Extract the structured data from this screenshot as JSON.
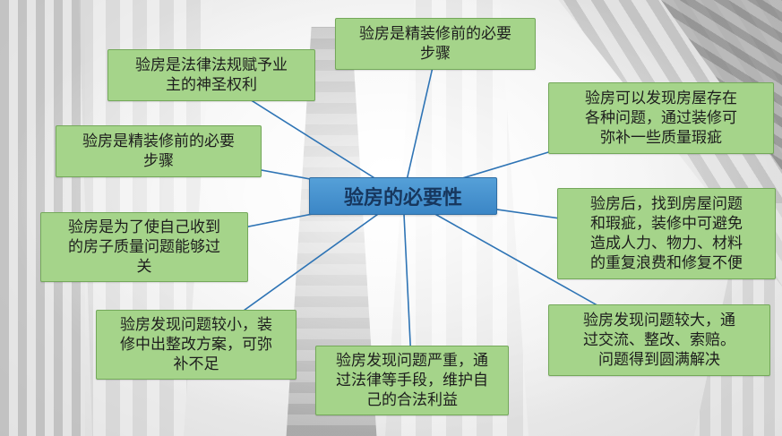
{
  "diagram": {
    "type": "mindmap",
    "center": {
      "label": "验房的必要性"
    },
    "nodes": [
      {
        "id": "top",
        "text": "验房是精装修前的必要步骤"
      },
      {
        "id": "upper-left",
        "text": "验房是法律法规赋予业主的神圣权利"
      },
      {
        "id": "left",
        "text": "验房是精装修前的必要步骤"
      },
      {
        "id": "upper-right",
        "text": "验房可以发现房屋存在各种问题，通过装修可弥补一些质量瑕疵"
      },
      {
        "id": "middle-left",
        "text": "验房是为了使自己收到的房子质量问题能够过关"
      },
      {
        "id": "middle-right",
        "text": "验房后，找到房屋问题和瑕疵，装修中可避免造成人力、物力、材料的重复浪费和修复不便"
      },
      {
        "id": "bottom-left",
        "text": "验房发现问题较小，装修中出整改方案，可弥补不足"
      },
      {
        "id": "bottom-center",
        "text": "验房发现问题严重，通过法律等手段，维护自己的合法利益"
      },
      {
        "id": "bottom-right",
        "text": "验房发现问题较大，通过交流、整改、索赔。问题得到圆满解决"
      }
    ],
    "colors": {
      "center_fill": "#3b86c6",
      "center_text": "#17375e",
      "node_fill": "#a5d48a",
      "node_border": "#74a85a",
      "connector": "#2e74b5"
    }
  }
}
